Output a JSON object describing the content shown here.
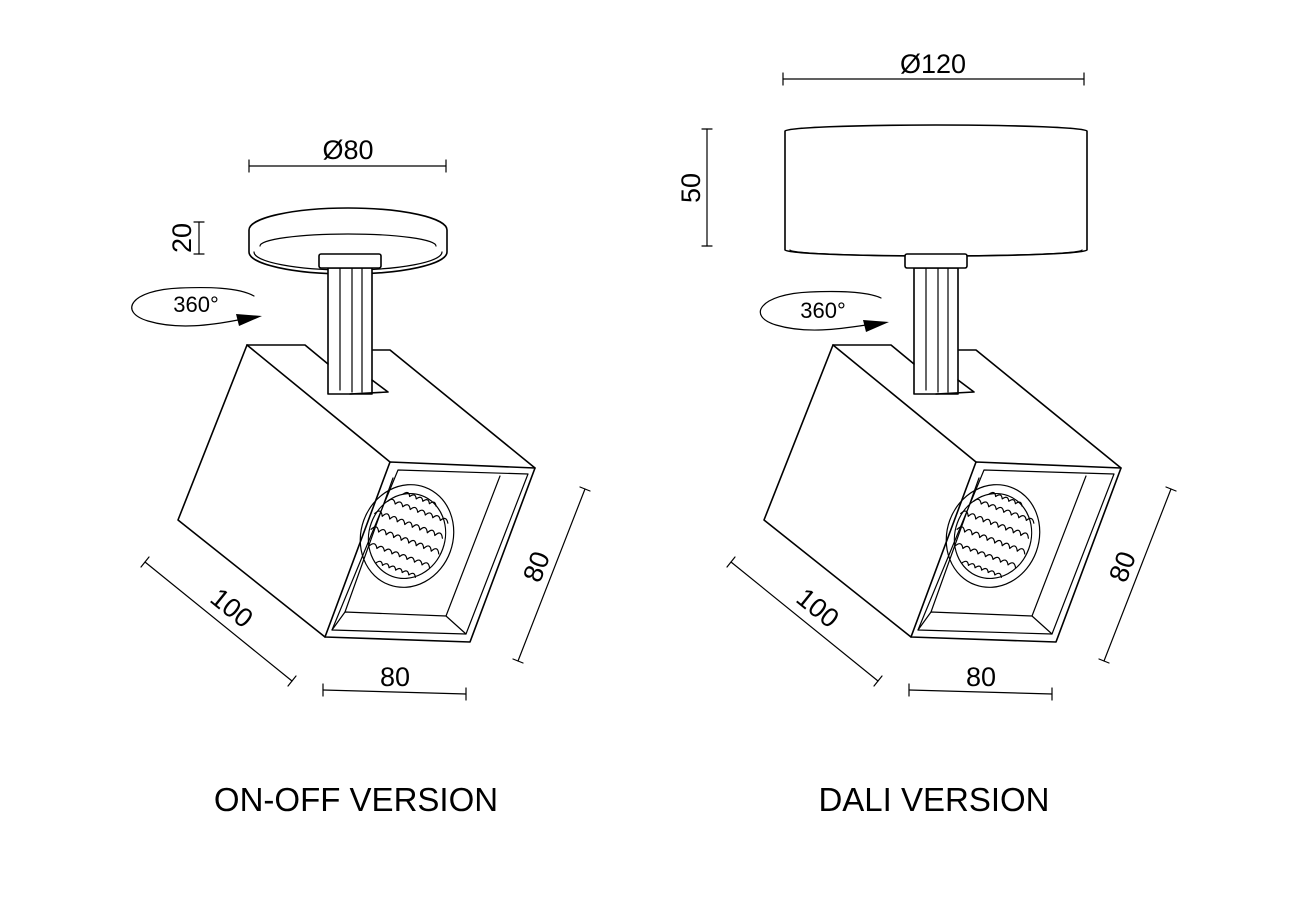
{
  "diagram": {
    "versions": [
      {
        "caption": "ON-OFF VERSION",
        "base_diameter": "Ø80",
        "base_height": "20",
        "rotation": "360°",
        "head_length": "100",
        "head_width": "80",
        "head_height": "80"
      },
      {
        "caption": "DALI VERSION",
        "base_diameter": "Ø120",
        "base_height": "50",
        "rotation": "360°",
        "head_length": "100",
        "head_width": "80",
        "head_height": "80"
      }
    ],
    "icons": [
      "rotation-arrow-icon",
      "led-reflector-icon"
    ],
    "colors": {
      "line": "#000000",
      "background": "#ffffff"
    }
  }
}
